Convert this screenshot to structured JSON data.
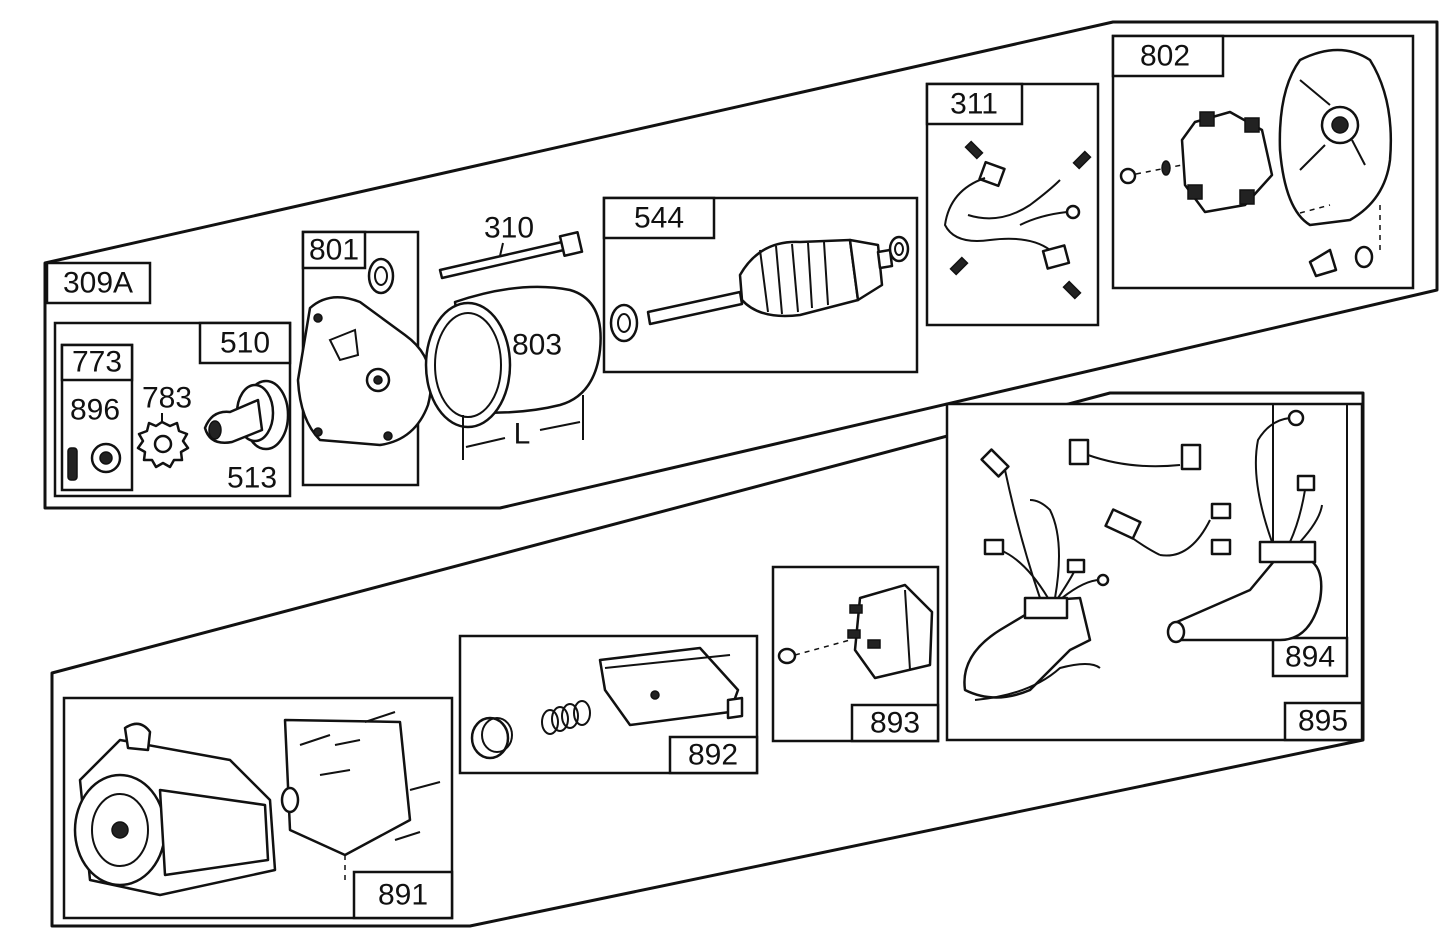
{
  "diagram": {
    "labels": {
      "l309A": "309A",
      "l773": "773",
      "l896": "896",
      "l783": "783",
      "l510": "510",
      "l513": "513",
      "l801": "801",
      "l310": "310",
      "l803": "803",
      "lL": "L",
      "l544": "544",
      "l311": "311",
      "l802": "802",
      "l891": "891",
      "l892": "892",
      "l893": "893",
      "l894": "894",
      "l895": "895"
    }
  }
}
